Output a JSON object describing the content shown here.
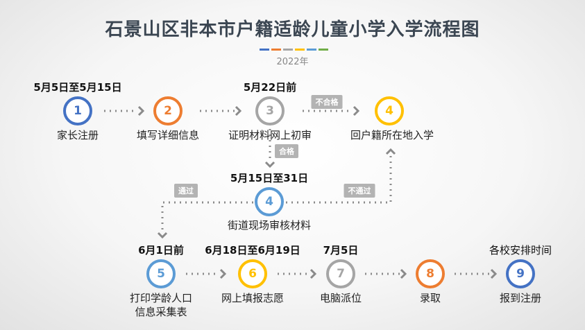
{
  "title": "石景山区非本市户籍适龄儿童小学入学流程图",
  "year": "2022年",
  "colors": {
    "blue": "#4472c4",
    "orange": "#ed7d31",
    "gray": "#a5a5a5",
    "yellow": "#ffc000",
    "lightblue": "#5b9bd5",
    "green": "#70ad47"
  },
  "steps": [
    {
      "num": "1",
      "label": "家长注册",
      "date": "5月5日至5月15日"
    },
    {
      "num": "2",
      "label": "填写详细信息"
    },
    {
      "num": "3",
      "label": "证明材料网上初审",
      "date": "5月22日前"
    },
    {
      "num": "4",
      "label": "回户籍所在地入学"
    },
    {
      "num": "4",
      "label": "街道现场审核材料",
      "date": "5月15日至31日"
    },
    {
      "num": "5",
      "label": "打印学龄人口",
      "label2": "信息采集表",
      "date": "6月1日前"
    },
    {
      "num": "6",
      "label": "网上填报志愿",
      "date": "6月18日至6月19日"
    },
    {
      "num": "7",
      "label": "电脑派位",
      "date": "7月5日"
    },
    {
      "num": "8",
      "label": "录取"
    },
    {
      "num": "9",
      "label": "报到注册",
      "date": "各校安排时间"
    }
  ],
  "tags": {
    "fail": "不合格",
    "pass": "合格",
    "approved": "通过",
    "rejected": "不通过"
  }
}
